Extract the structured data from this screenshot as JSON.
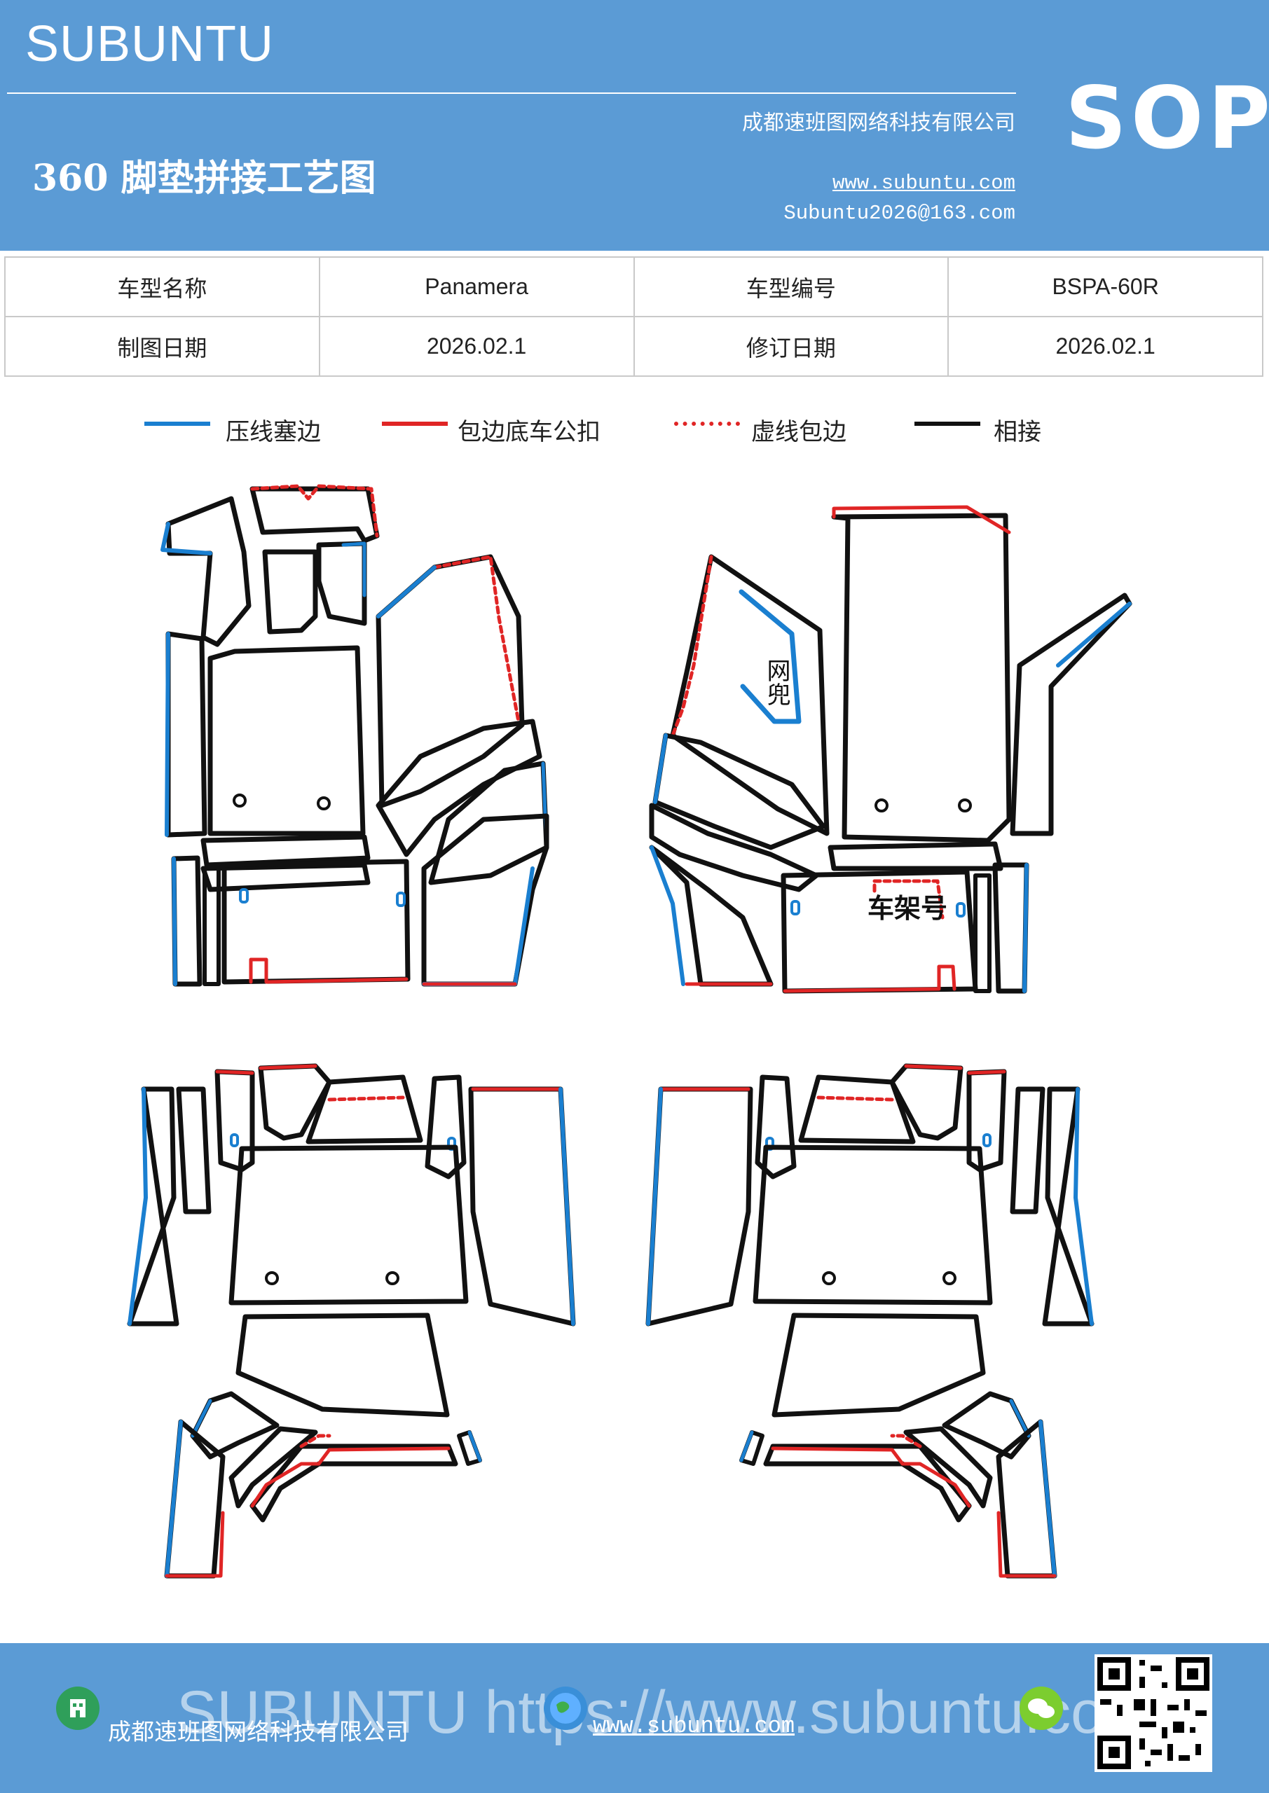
{
  "header": {
    "brand": "SUBUNTU",
    "title": "360 脚垫拼接工艺图",
    "company": "成都速班图网络科技有限公司",
    "website": "www.subuntu.com",
    "email": "Subuntu2026@163.com",
    "badge": "SOP",
    "color": "#5b9bd5"
  },
  "info_table": {
    "rows": [
      [
        "车型名称",
        "Panamera",
        "车型编号",
        "BSPA-60R"
      ],
      [
        "制图日期",
        "2026.02.1",
        "修订日期",
        "2026.02.1"
      ]
    ]
  },
  "legend": [
    {
      "label": "压线塞边",
      "style": "solid",
      "color": "#1a7fd0"
    },
    {
      "label": "包边底车公扣",
      "style": "solid",
      "color": "#e02525"
    },
    {
      "label": "虚线包边",
      "style": "dotted",
      "color": "#e02525"
    },
    {
      "label": "相接",
      "style": "solid",
      "color": "#111111"
    }
  ],
  "diagram": {
    "labels": {
      "net_pocket": "网兜",
      "frame_number": "车架号"
    }
  },
  "footer": {
    "company": "成都速班图网络科技有限公司",
    "website": "www.subuntu.com",
    "watermark": "SUBUNTU https://www.subuntu.com"
  }
}
